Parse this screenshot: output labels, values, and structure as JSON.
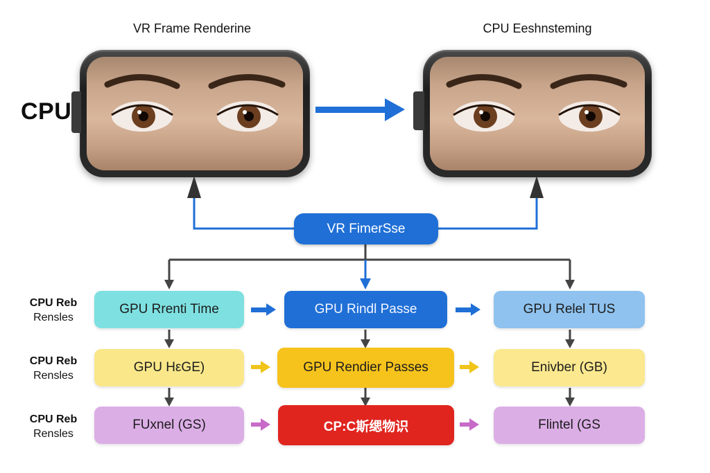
{
  "titles": {
    "left": "VR Frame Renderine",
    "right": "CPU Eeshnsteming"
  },
  "cpu_label": "CPU",
  "center_pill": "VR FimerSse",
  "row_labels": [
    {
      "line1": "CPU Reb",
      "line2": "Rensles"
    },
    {
      "line1": "CPU Reb",
      "line2": "Rensles"
    },
    {
      "line1": "CPU Reb",
      "line2": "Rensles"
    }
  ],
  "rows": [
    [
      "GPU Rrenti Time",
      "GPU Rindl Passe",
      "GPU Relel TUS"
    ],
    [
      "GPU HεGE)",
      "GPU Rendier Passes",
      "Enivber (GB)"
    ],
    [
      "FUxnel (GS)",
      "CP:C斯缌物识",
      "Flintel (GS"
    ]
  ],
  "colors": {
    "row1": [
      "#7ee0e0",
      "#1f6fd6",
      "#8fc2ee"
    ],
    "row2": [
      "#fae78a",
      "#f6c31c",
      "#fbe88f"
    ],
    "row3": [
      "#dcaee6",
      "#e0251f",
      "#dcaee6"
    ],
    "row_arrows": [
      "#1f6fd6",
      "#f0c419",
      "#c86bc8"
    ],
    "flow_line": "#1f6fd6",
    "connector": "#444444"
  },
  "icons": {
    "headset_left": "vr-headset-eyes",
    "headset_right": "vr-headset-eyes"
  }
}
